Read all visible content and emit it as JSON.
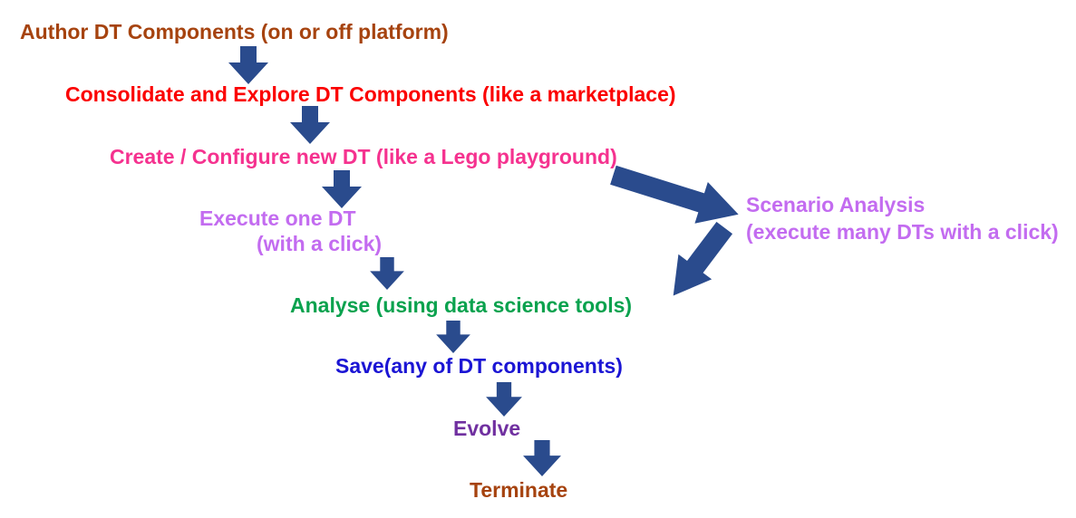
{
  "diagram": {
    "background_color": "#ffffff",
    "arrow_color": "#2A4B8D",
    "steps": [
      {
        "id": "author",
        "label": "Author DT Components (on or off platform)",
        "color": "#A6430F"
      },
      {
        "id": "consolidate",
        "label": "Consolidate and Explore DT Components (like a marketplace)",
        "color": "#FB0000"
      },
      {
        "id": "create-configure",
        "label": "Create / Configure new DT (like a Lego playground)",
        "color": "#F5328F"
      },
      {
        "id": "execute-one-dt",
        "label": "Execute one DT",
        "sublabel": "(with a click)",
        "color": "#C36CF0"
      },
      {
        "id": "analyse",
        "label": "Analyse (using data science tools)",
        "color": "#0AA24E"
      },
      {
        "id": "save",
        "label": "Save(any of DT components)",
        "color": "#1B15D4"
      },
      {
        "id": "evolve",
        "label": "Evolve",
        "color": "#7030A0"
      },
      {
        "id": "terminate",
        "label": "Terminate",
        "color": "#A6430F"
      }
    ],
    "branch": {
      "id": "scenario-analysis",
      "label": "Scenario Analysis",
      "sublabel": "(execute many DTs with a click)",
      "color": "#C36CF0",
      "from": "create-configure",
      "to": "analyse"
    }
  }
}
